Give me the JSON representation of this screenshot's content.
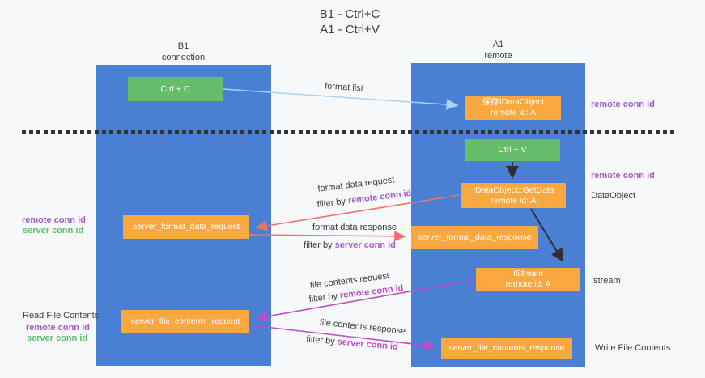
{
  "title": {
    "line1": "B1 - Ctrl+C",
    "line2": "A1 - Ctrl+V"
  },
  "columns": {
    "left": {
      "header_line1": "B1",
      "header_line2": "connection"
    },
    "right": {
      "header_line1": "A1",
      "header_line2": "remote"
    }
  },
  "boxes": {
    "ctrl_c": {
      "label": "Ctrl + C"
    },
    "save_idataobject": {
      "line1": "保存IDataObject",
      "line2": "remote id: A"
    },
    "ctrl_v": {
      "label": "Ctrl + V"
    },
    "getdata": {
      "line1": "IDataObject::GetData",
      "line2": "remote id: A"
    },
    "format_request": {
      "label": "server_format_data_request"
    },
    "format_response": {
      "label": "server_format_data_response"
    },
    "istream": {
      "line1": "IStream",
      "line2": "remote id: A"
    },
    "file_request": {
      "label": "server_file_contents_request"
    },
    "file_response": {
      "label": "server_file_contents_response"
    }
  },
  "arrow_labels": {
    "format_list": "format list",
    "format_data_request": "format data request",
    "format_data_response": "format data response",
    "file_contents_request": "file contents request",
    "file_contents_response": "file contents response",
    "filter_by": "filter by ",
    "remote_conn_id": "remote conn id",
    "server_conn_id": "server conn id"
  },
  "side_labels": {
    "remote_conn_id": "remote conn id",
    "server_conn_id": "server conn id",
    "dataobject": "DataObject",
    "istream": "Istream",
    "read_file_contents": "Read File Contents",
    "write_file_contents": "Write File Contents"
  },
  "colors": {
    "bg": "#f7f8fa",
    "column_blue": "#4a80d4",
    "box_orange": "#f8a83e",
    "box_green": "#68bd6b",
    "purple": "#a55bc8",
    "magenta": "#bb4fc6",
    "label_green": "#5dbd6d",
    "arrow_red": "#ed7168",
    "arrow_blue": "#a9d3f2",
    "arrow_black": "#2f2f2f",
    "text_dark": "#3c3c3c",
    "dash": "#333333",
    "box_text": "#ffffff"
  }
}
